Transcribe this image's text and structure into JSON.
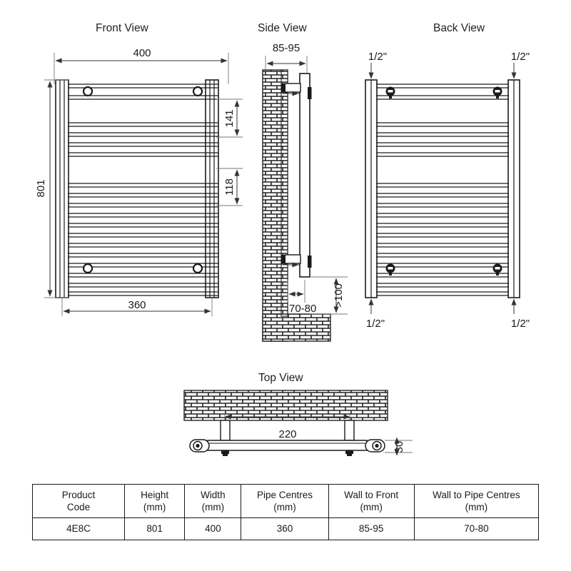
{
  "views": {
    "front": {
      "title": "Front View"
    },
    "side": {
      "title": "Side View"
    },
    "back": {
      "title": "Back View"
    },
    "top": {
      "title": "Top View"
    }
  },
  "dimensions": {
    "front_width": "400",
    "front_height": "801",
    "front_pipe_centres": "360",
    "front_upper_gap": "141",
    "front_lower_gap": "118",
    "side_wall_to_front": "85-95",
    "side_wall_to_pipe": "70-80",
    "side_floor_clearance": ">100",
    "top_bracket_centres": "220",
    "top_depth": "30",
    "back_connection_tl": "1/2\"",
    "back_connection_tr": "1/2\"",
    "back_connection_bl": "1/2\"",
    "back_connection_br": "1/2\""
  },
  "table": {
    "headers": [
      "Product\nCode",
      "Height\n(mm)",
      "Width\n(mm)",
      "Pipe Centres\n(mm)",
      "Wall to Front\n(mm)",
      "Wall to Pipe Centres\n(mm)"
    ],
    "headers_line1": [
      "Product",
      "Height",
      "Width",
      "Pipe Centres",
      "Wall to Front",
      "Wall to Pipe Centres"
    ],
    "headers_line2": [
      "Code",
      "(mm)",
      "(mm)",
      "(mm)",
      "(mm)",
      "(mm)"
    ],
    "row": [
      "4E8C",
      "801",
      "400",
      "360",
      "85-95",
      "70-80"
    ]
  },
  "colors": {
    "line": "#1a1a1a",
    "dim": "#555555",
    "fill": "#ffffff",
    "hatch": "#222222"
  }
}
